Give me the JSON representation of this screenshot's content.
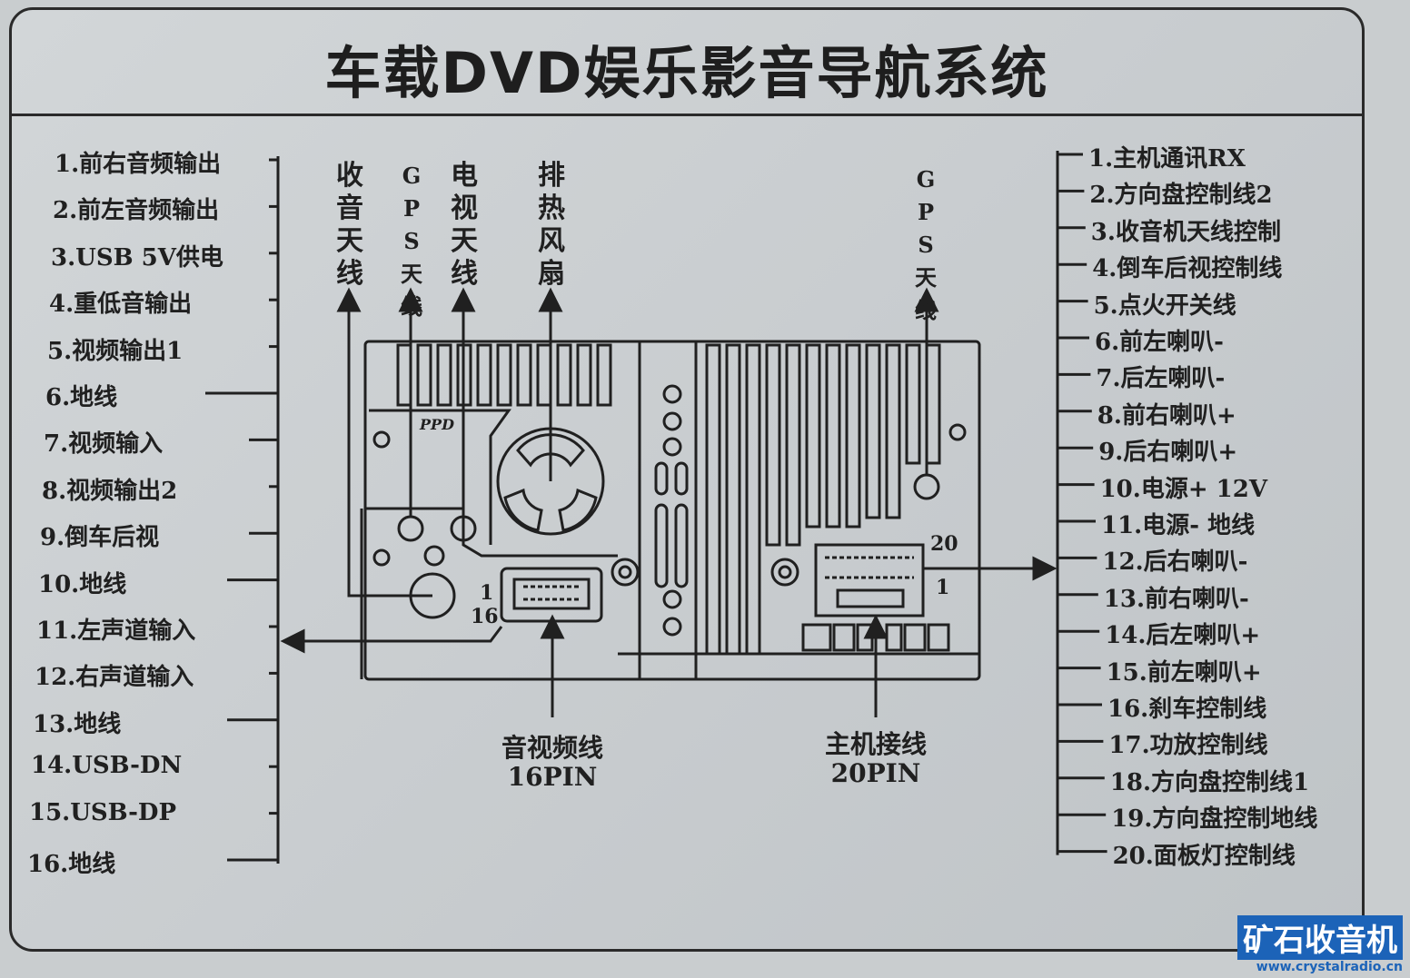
{
  "title": "车载DVD娱乐影音导航系统",
  "left_pins": [
    "1.前右音频输出",
    "2.前左音频输出",
    "3.USB  5V供电",
    "4.重低音输出",
    "5.视频输出1",
    "6.地线",
    "7.视频输入",
    "8.视频输出2",
    "9.倒车后视",
    "10.地线",
    "11.左声道输入",
    "12.右声道输入",
    "13.地线",
    "14.USB-DN",
    "15.USB-DP",
    "16.地线"
  ],
  "right_pins": [
    "1.主机通讯RX",
    "2.方向盘控制线2",
    "3.收音机天线控制",
    "4.倒车后视控制线",
    "5.点火开关线",
    "6.前左喇叭-",
    "7.后左喇叭-",
    "8.前右喇叭+",
    "9.后右喇叭+",
    "10.电源+ 12V",
    "11.电源- 地线",
    "12.后右喇叭-",
    "13.前右喇叭-",
    "14.后左喇叭+",
    "15.前左喇叭+",
    "16.刹车控制线",
    "17.功放控制线",
    "18.方向盘控制线1",
    "19.方向盘控制地线",
    "20.面板灯控制线"
  ],
  "top_labels": {
    "radio_antenna": "收音天线",
    "gps_antenna": "GPS天线",
    "tv_antenna": "电视天线",
    "fan": "排热风扇",
    "gps_antenna_right": "GPS天线"
  },
  "ports": {
    "av_cable": "音视频线",
    "av_pins": "16PIN",
    "main_cable": "主机接线",
    "main_pins": "20PIN",
    "av_pin_first": "1",
    "av_pin_last": "16",
    "main_pin_first": "1",
    "main_pin_last": "20",
    "brand_mark": "PPD"
  },
  "watermark": {
    "main": "矿石收音机",
    "url": "www.crystalradio.cn"
  },
  "colors": {
    "background": "#c9cdcf",
    "ink": "#202020",
    "watermark": "#1c63b8"
  }
}
